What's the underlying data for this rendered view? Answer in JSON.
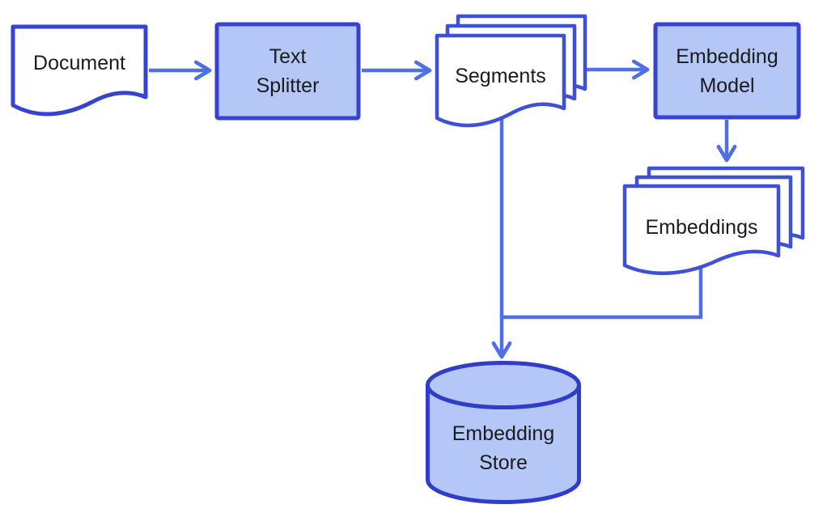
{
  "diagram": {
    "type": "flowchart",
    "description_visible": false
  },
  "colors": {
    "background": "#ffffff",
    "process_fill": "#b5c7f6",
    "process_border": "#3642d0",
    "document_fill": "#ffffff",
    "document_border": "#3e4fd9",
    "cylinder_fill": "#b5c7f6",
    "cylinder_border": "#2f3dca",
    "connector": "#4e6fe9",
    "text": "#1b1b1b"
  },
  "nodes": {
    "document": {
      "label": "Document",
      "shape": "document"
    },
    "text_splitter": {
      "label": "Text\nSplitter",
      "shape": "process"
    },
    "segments": {
      "label": "Segments",
      "shape": "multi-document",
      "card_count": 3
    },
    "embedding_model": {
      "label": "Embedding\nModel",
      "shape": "process"
    },
    "embeddings": {
      "label": "Embeddings",
      "shape": "multi-document",
      "card_count": 3
    },
    "embedding_store": {
      "label": "Embedding\nStore",
      "shape": "database-cylinder"
    }
  },
  "edges": [
    {
      "from": "document",
      "to": "text_splitter",
      "arrow": true
    },
    {
      "from": "text_splitter",
      "to": "segments",
      "arrow": true
    },
    {
      "from": "segments",
      "to": "embedding_model",
      "arrow": true
    },
    {
      "from": "embedding_model",
      "to": "embeddings",
      "arrow": true
    },
    {
      "from": "segments",
      "to": "embedding_store",
      "arrow": true
    },
    {
      "from": "embeddings",
      "to": "embedding_store",
      "arrow": true,
      "merges_into": "segments-to-embedding_store"
    }
  ]
}
